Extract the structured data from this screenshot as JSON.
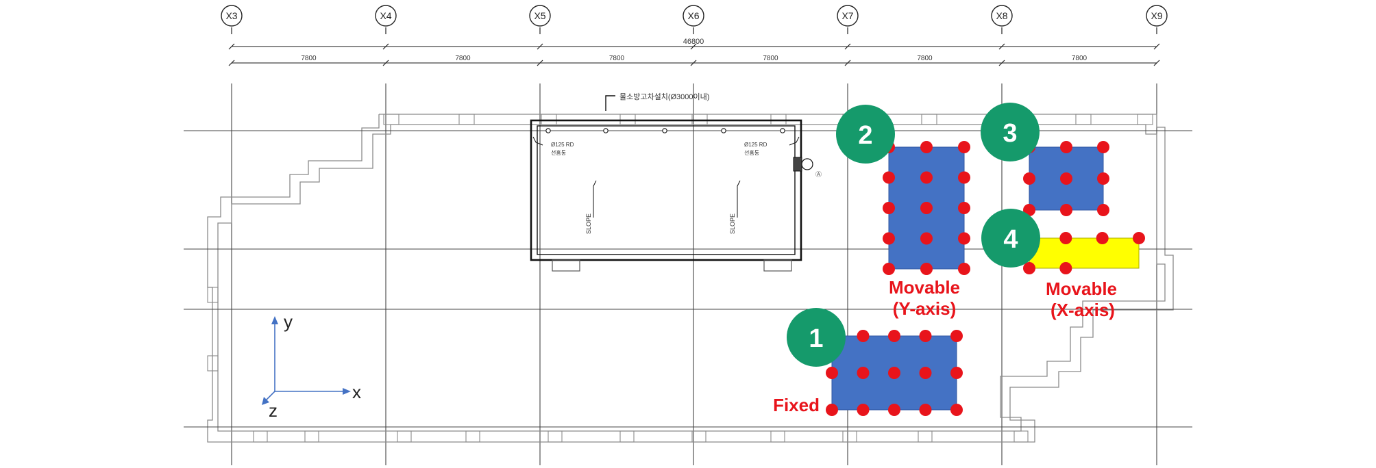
{
  "grid": {
    "labels": [
      "X3",
      "X4",
      "X5",
      "X6",
      "X7",
      "X8",
      "X9"
    ],
    "total_dimension": "46800",
    "span_dimensions": [
      "7800",
      "7800",
      "7800",
      "7800",
      "7800",
      "7800"
    ]
  },
  "tank": {
    "callout": "물소방고차설치(Ø3000이내)",
    "left_pipe": "Ø125 RD",
    "left_pipe_sub": "선홈통",
    "right_pipe": "Ø125 RD",
    "right_pipe_sub": "선홈통",
    "slope_left": "SLOPE",
    "slope_right": "SLOPE",
    "marker": "Ⓐ"
  },
  "coordinate_system": {
    "x": "x",
    "y": "y",
    "z": "z",
    "color": "#4472c4"
  },
  "modules": [
    {
      "id": "1",
      "badge": "1",
      "label_line1": "Fixed",
      "label_line2": "",
      "fill": "#4472c4",
      "rows": 3,
      "cols": 5
    },
    {
      "id": "2",
      "badge": "2",
      "label_line1": "Movable",
      "label_line2": "(Y-axis)",
      "fill": "#4472c4",
      "rows": 5,
      "cols": 3
    },
    {
      "id": "3",
      "badge": "3",
      "label_line1": "",
      "label_line2": "",
      "fill": "#4472c4",
      "rows": 3,
      "cols": 3
    },
    {
      "id": "4",
      "badge": "4",
      "label_line1": "Movable",
      "label_line2": "(X-axis)",
      "fill": "#ffff00",
      "rows": 2,
      "cols": 4
    }
  ],
  "colors": {
    "badge": "#159a6b",
    "support_point": "#e8141b",
    "label": "#e8141b"
  }
}
